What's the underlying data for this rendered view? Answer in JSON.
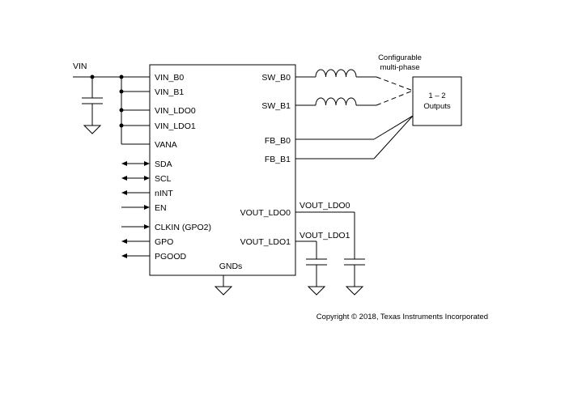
{
  "input_label": "VIN",
  "chip": {
    "left_pins": [
      "VIN_B0",
      "VIN_B1",
      "VIN_LDO0",
      "VIN_LDO1",
      "VANA",
      "SDA",
      "SCL",
      "nINT",
      "EN",
      "CLKIN (GPO2)",
      "GPO",
      "PGOOD"
    ],
    "right_pins": [
      "SW_B0",
      "SW_B1",
      "FB_B0",
      "FB_B1",
      "VOUT_LDO0",
      "VOUT_LDO1"
    ],
    "ground_label": "GNDs"
  },
  "outputs_box": {
    "line1": "1 – 2",
    "line2": "Outputs"
  },
  "phase_note": {
    "line1": "Configurable",
    "line2": "multi-phase"
  },
  "ldo_nets": {
    "ldo0": "VOUT_LDO0",
    "ldo1": "VOUT_LDO1"
  },
  "copyright": "Copyright © 2018, Texas Instruments Incorporated"
}
